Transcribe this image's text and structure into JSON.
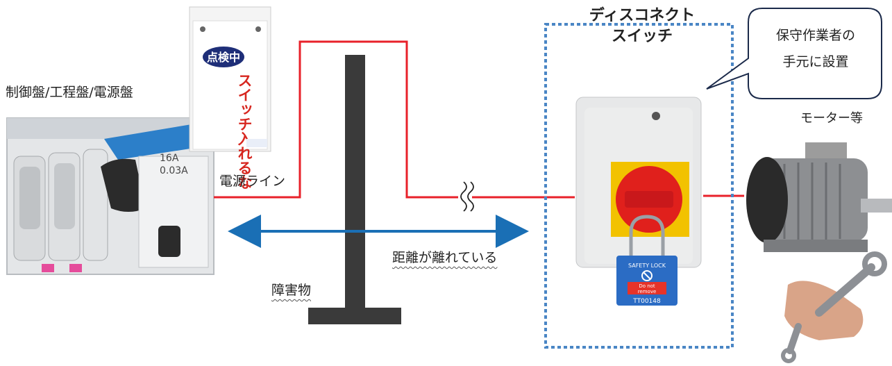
{
  "labels": {
    "panel": "制御盤/工程盤/電源盤",
    "power_line": "電源ライン",
    "obstacle": "障害物",
    "distance": "距離が離れている",
    "disconnect_line1": "ディスコネクト",
    "disconnect_line2": "スイッチ",
    "motor": "モーター等",
    "bubble_line1": "保守作業者の",
    "bubble_line2": "手元に設置"
  },
  "tag": {
    "badge": "点検中",
    "warning": "スイッチ入れるな"
  },
  "lock_tag": {
    "header": "SAFETY LOCK",
    "line1": "Do not",
    "line2": "remove",
    "id": "TT00148"
  },
  "breaker": {
    "rating1": "16A",
    "rating2": "0.03A"
  },
  "colors": {
    "power_line": "#e8212a",
    "distance_arrow": "#1a6fb5",
    "dotted_box": "#4a86c5",
    "obstacle": "#3a3a3a",
    "switch_knob": "#e0201c",
    "switch_plate": "#f2c200",
    "lock_body": "#2b6cc4"
  }
}
